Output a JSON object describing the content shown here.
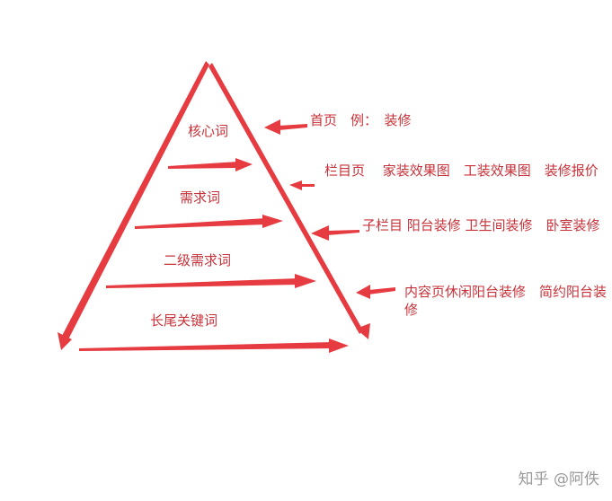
{
  "colors": {
    "accent": "#e63b41",
    "text": "#c8323a",
    "watermark": "#9a9a9a"
  },
  "pyramid": {
    "levels": [
      {
        "label": "核心词"
      },
      {
        "label": "需求词"
      },
      {
        "label": "二级需求词"
      },
      {
        "label": "长尾关键词"
      }
    ]
  },
  "annotations": [
    {
      "text": "首页　例：　装修"
    },
    {
      "text": "栏目页　 家装效果图　工装效果图　装修报价"
    },
    {
      "text": "子栏目  阳台装修  卫生间装修　卧室装修"
    },
    {
      "text": "内容页休闲阳台装修　简约阳台装修"
    }
  ],
  "watermark": {
    "text": "知乎 @阿佚"
  }
}
